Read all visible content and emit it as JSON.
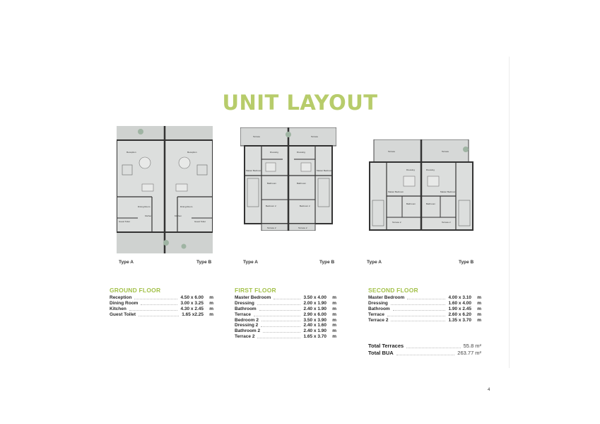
{
  "title": "UNIT LAYOUT",
  "plans": [
    {
      "labels": [
        "Type A",
        "Type B"
      ]
    },
    {
      "labels": [
        "Type A",
        "Type B"
      ]
    },
    {
      "labels": [
        "Type A",
        "Type B"
      ]
    }
  ],
  "plan_texts": {
    "ground": [
      "Reception",
      "Reception",
      "Dining Room",
      "Dining Room",
      "Kitchen",
      "Kitchen",
      "Guest Toilet",
      "Guest Toilet"
    ],
    "first": [
      "Terrace",
      "Terrace",
      "Dressing",
      "Dressing",
      "Master Bedroom",
      "Master Bedroom",
      "Bathroom",
      "Bathroom",
      "Bedroom 2",
      "Bedroom 2",
      "Terrace 2",
      "Terrace 2"
    ],
    "second": [
      "Terrace",
      "Terrace",
      "Dressing",
      "Dressing",
      "Master Bedroom",
      "Master Bedroom",
      "Bathroom",
      "Bathroom",
      "Terrace 2",
      "Terrace 2"
    ]
  },
  "floors": [
    {
      "title": "GROUND FLOOR",
      "rooms": [
        {
          "name": "Reception",
          "dims": "4.50 x 6.00",
          "unit": "m"
        },
        {
          "name": "Dining Room",
          "dims": "3.00 x 3.25",
          "unit": "m"
        },
        {
          "name": "Kitchen",
          "dims": "4.30 x 2.45",
          "unit": "m"
        },
        {
          "name": "Guest Toilet",
          "dims": "1.65 x2.25",
          "unit": "m"
        }
      ]
    },
    {
      "title": "FIRST FLOOR",
      "rooms": [
        {
          "name": "Master Bedroom",
          "dims": "3.50 x 4.00",
          "unit": "m"
        },
        {
          "name": "Dressing",
          "dims": "2.00 x 1.90",
          "unit": "m"
        },
        {
          "name": "Bathroom",
          "dims": "2.40 x 1.90",
          "unit": "m"
        },
        {
          "name": "Terrace",
          "dims": "2.90 x 6.00",
          "unit": "m"
        },
        {
          "name": "Bedroom 2",
          "dims": "3.50 x 3.90",
          "unit": "m"
        },
        {
          "name": "Dressing 2",
          "dims": "2.40 x 1.60",
          "unit": "m"
        },
        {
          "name": "Bathroom 2",
          "dims": "2.40 x 1.90",
          "unit": "m"
        },
        {
          "name": "Terrace 2",
          "dims": "1.65 x 3.70",
          "unit": "m"
        }
      ]
    },
    {
      "title": "SECOND FLOOR",
      "rooms": [
        {
          "name": "Master Bedroom",
          "dims": "4.00 x 3.10",
          "unit": "m"
        },
        {
          "name": "Dressing",
          "dims": "1.60 x 4.00",
          "unit": "m"
        },
        {
          "name": "Bathroom",
          "dims": "1.90 x 2.45",
          "unit": "m"
        },
        {
          "name": "Terrace",
          "dims": "2.60 x 6.20",
          "unit": "m"
        },
        {
          "name": "Terrace 2",
          "dims": "1.35 x 3.70",
          "unit": "m"
        }
      ]
    }
  ],
  "totals": [
    {
      "label": "Total Terraces",
      "value": "55.8",
      "unit": "m²"
    },
    {
      "label": "Total BUA",
      "value": "263.77",
      "unit": "m²"
    }
  ],
  "page_number": "4",
  "colors": {
    "accent": "#b7cc6b",
    "floor_title": "#a3c14a",
    "wall": "#333333",
    "floor_fill": "#dcdedd",
    "landscape": "#c9ccca"
  }
}
